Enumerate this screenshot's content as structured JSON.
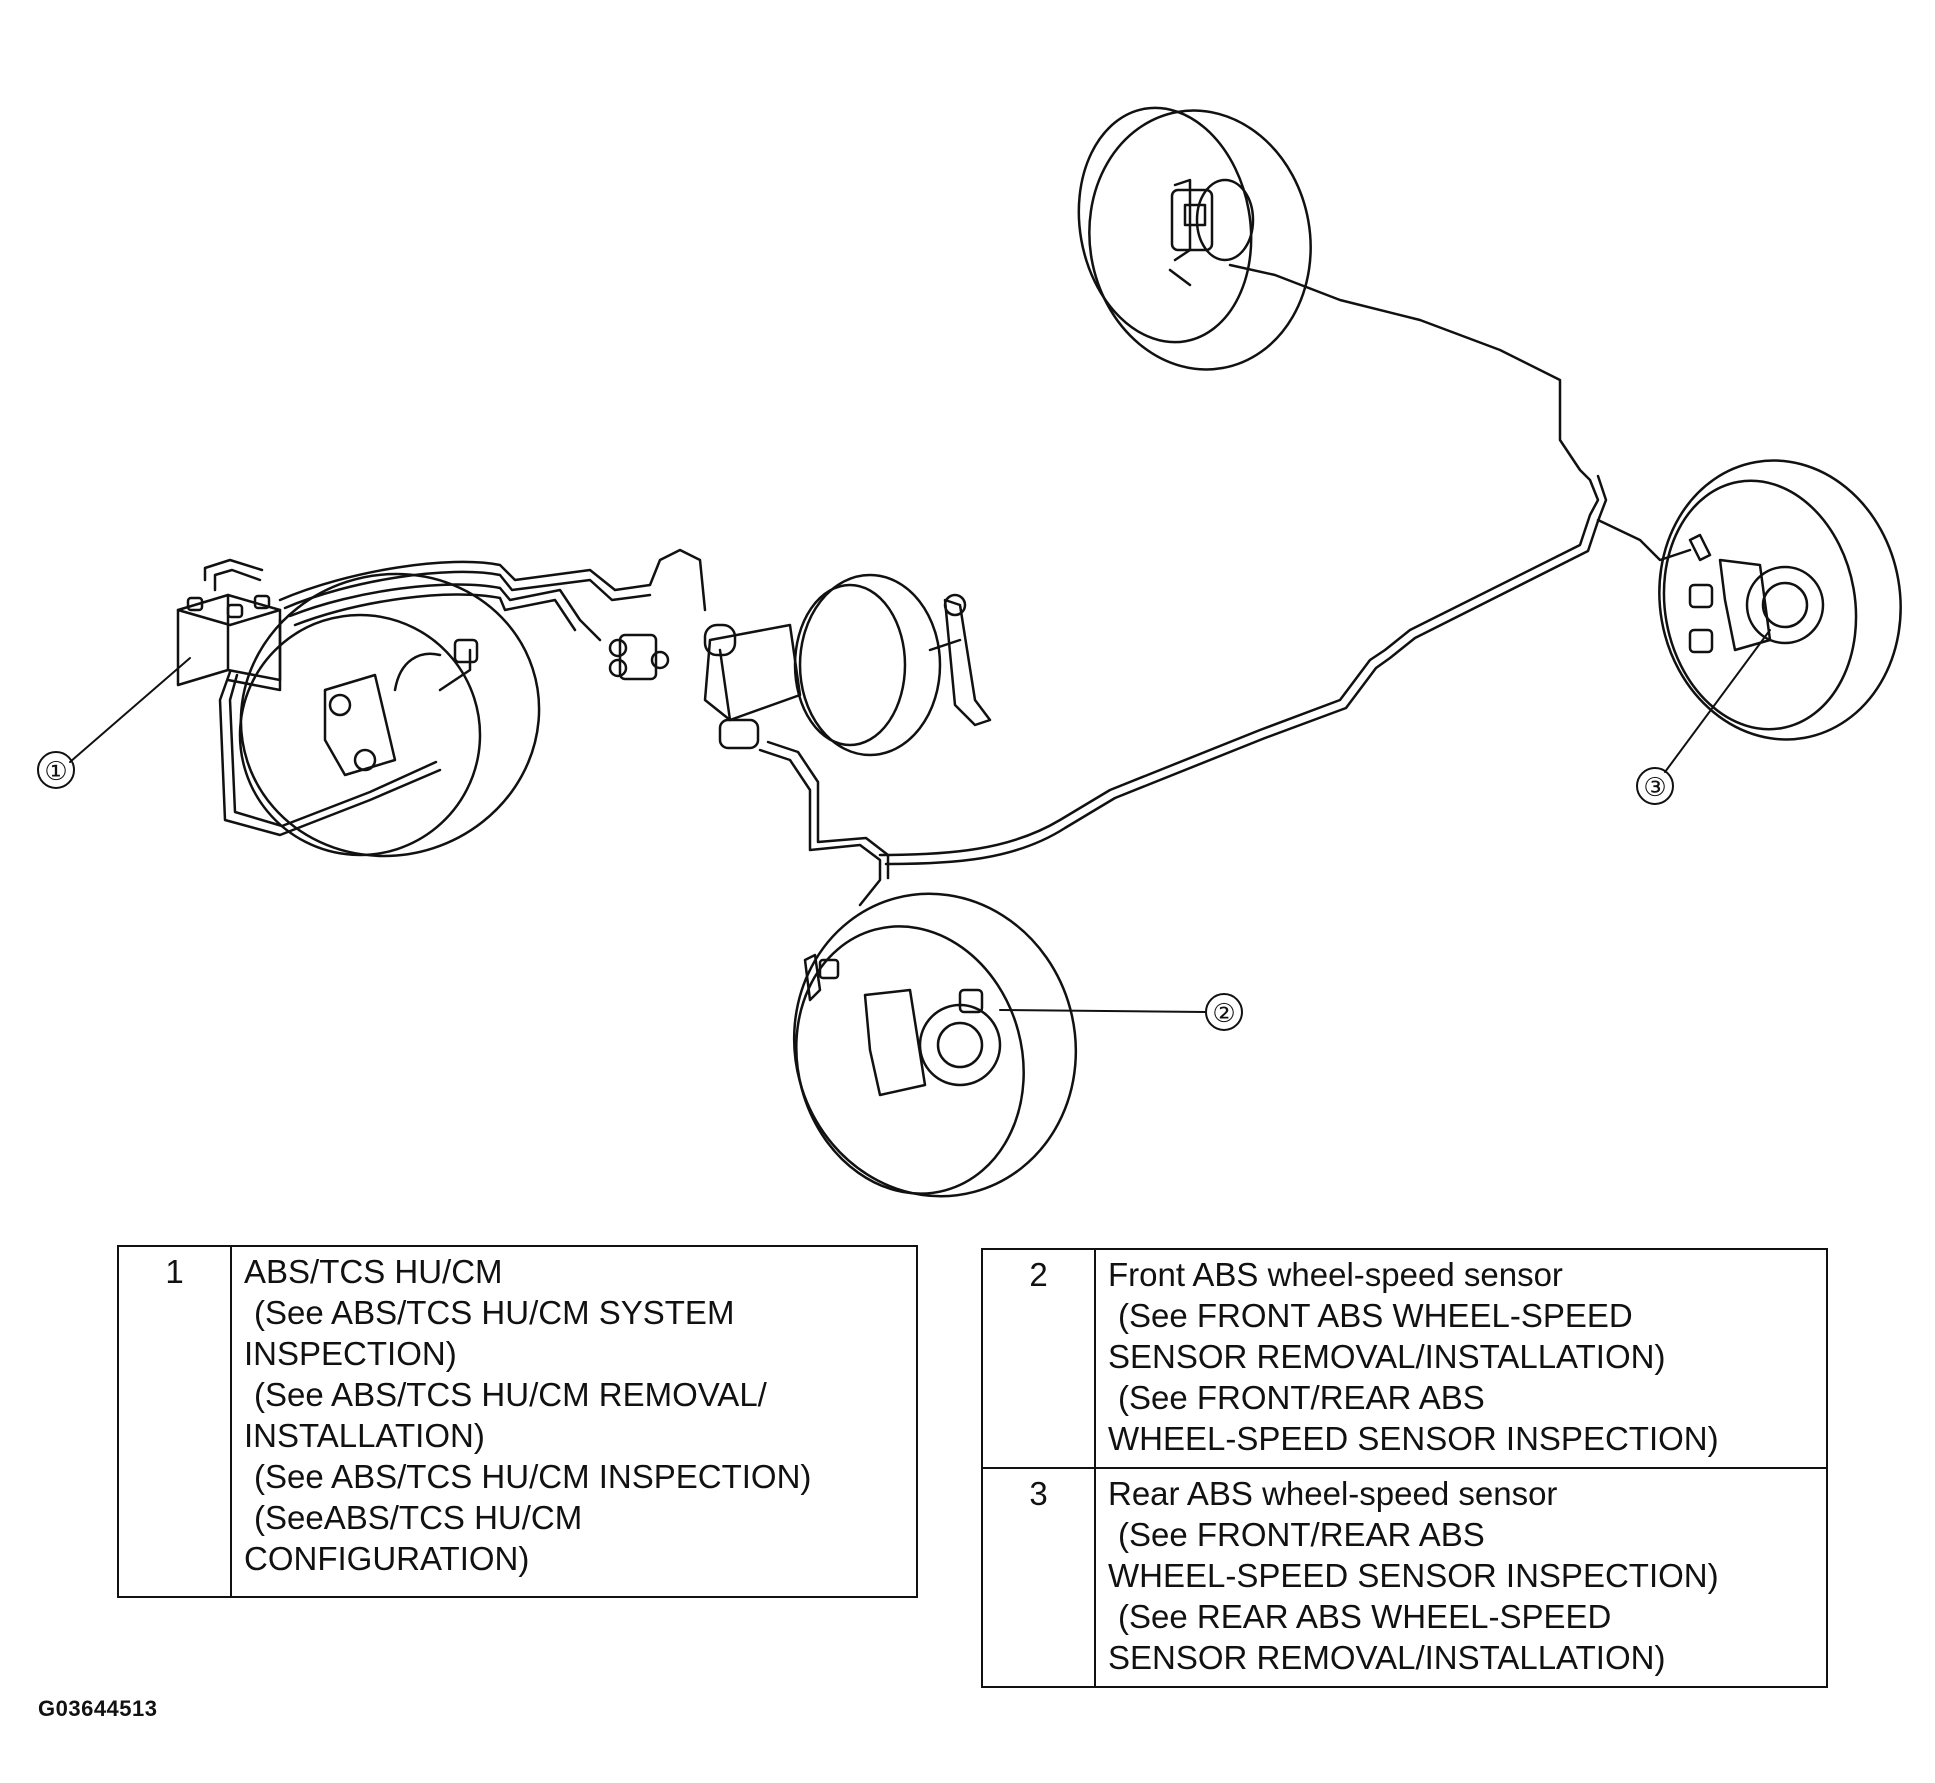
{
  "callouts": [
    {
      "label": "①"
    },
    {
      "label": "②"
    },
    {
      "label": "③"
    }
  ],
  "table_left": {
    "rows": [
      {
        "num": "1",
        "lines": [
          "ABS/TCS HU/CM",
          "(See ABS/TCS HU/CM SYSTEM",
          "INSPECTION)",
          "(See ABS/TCS HU/CM REMOVAL/",
          "INSTALLATION)",
          "(See ABS/TCS HU/CM INSPECTION)",
          "(SeeABS/TCS HU/CM",
          "CONFIGURATION)"
        ]
      }
    ]
  },
  "table_right": {
    "rows": [
      {
        "num": "2",
        "lines": [
          "Front ABS wheel-speed sensor",
          "(See FRONT ABS WHEEL-SPEED",
          "SENSOR REMOVAL/INSTALLATION)",
          "(See FRONT/REAR ABS",
          "WHEEL-SPEED SENSOR INSPECTION)"
        ]
      },
      {
        "num": "3",
        "lines": [
          "Rear ABS wheel-speed sensor",
          "(See FRONT/REAR ABS",
          "WHEEL-SPEED SENSOR INSPECTION)",
          "(See REAR ABS WHEEL-SPEED",
          "SENSOR REMOVAL/INSTALLATION)"
        ]
      }
    ]
  },
  "figure_code": "G03644513"
}
